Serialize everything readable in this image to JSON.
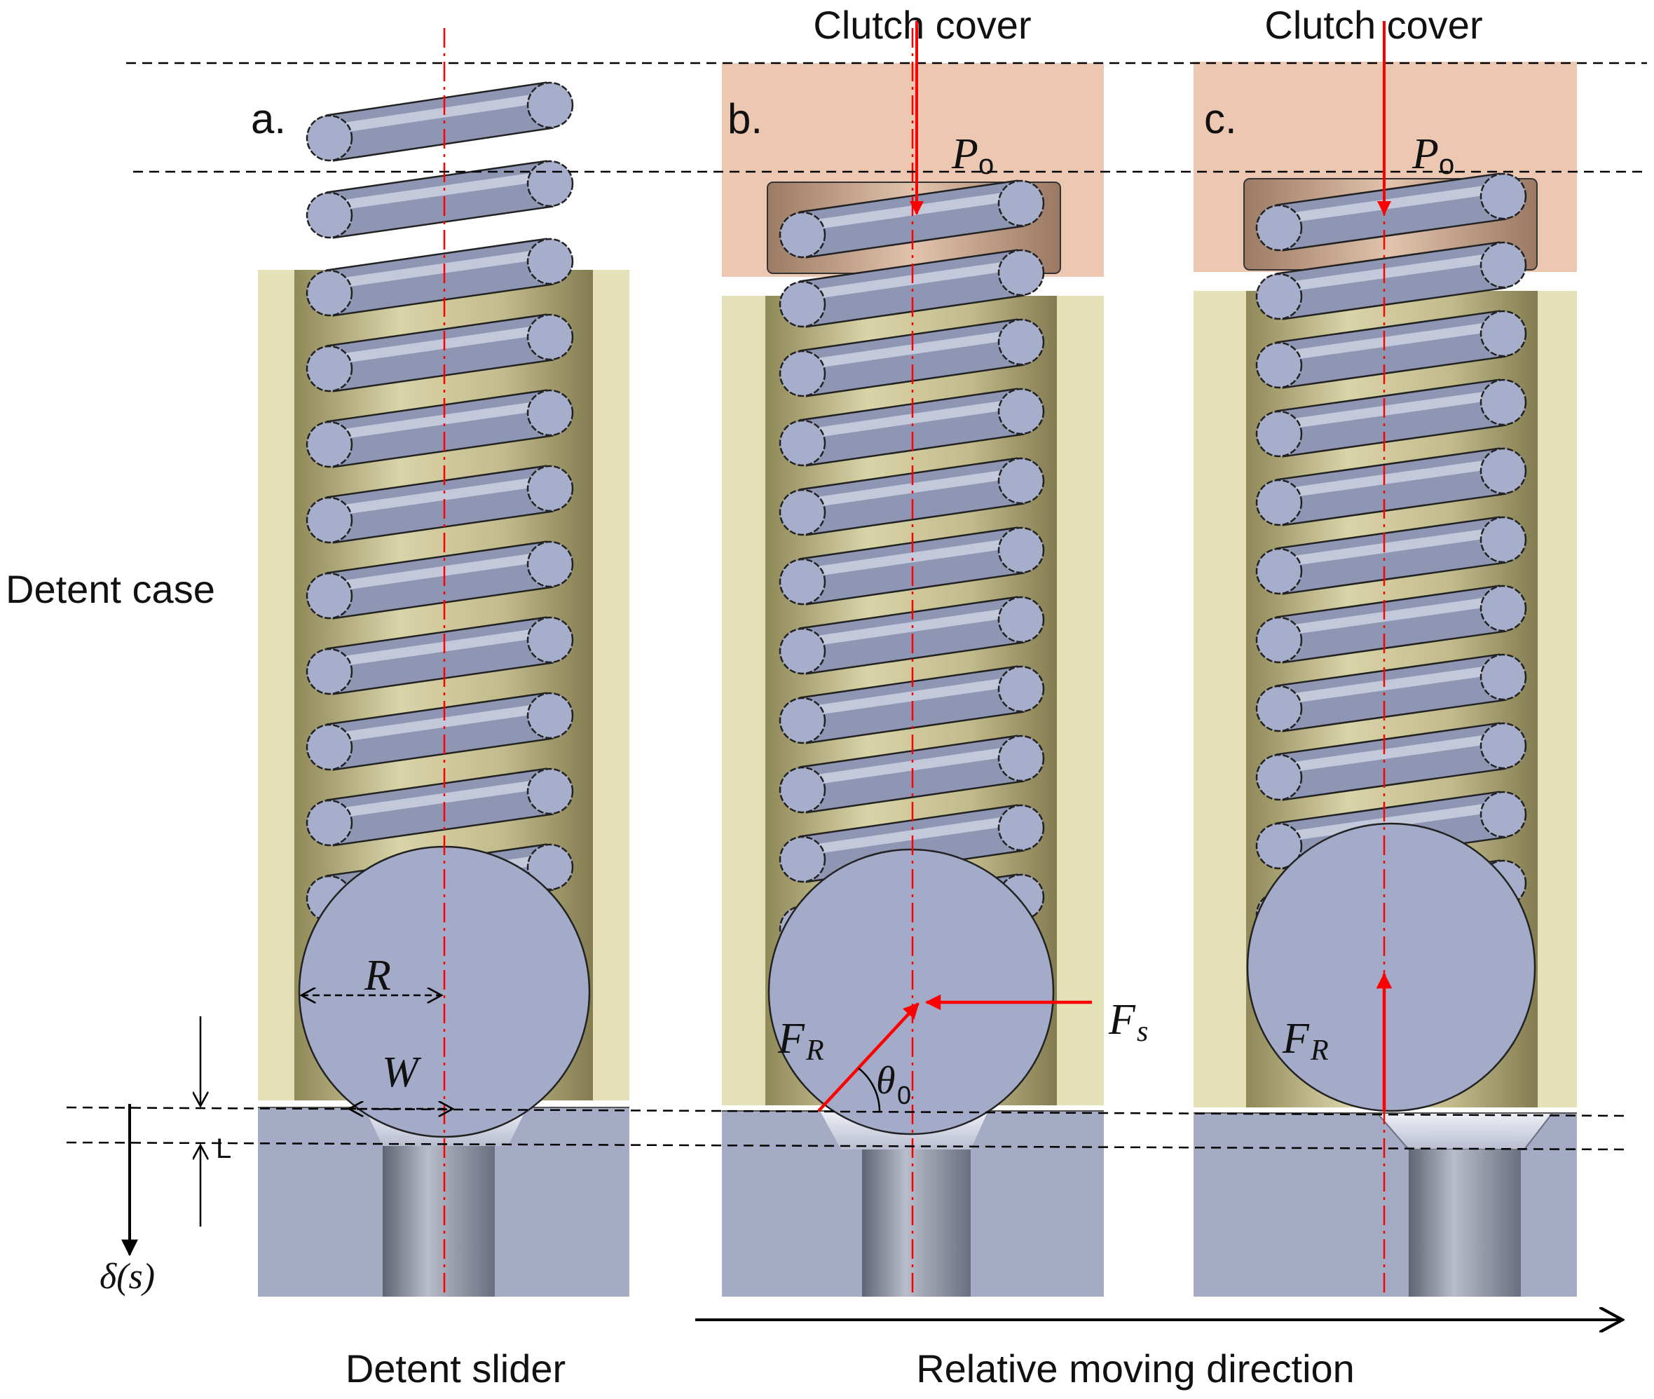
{
  "labels": {
    "clutch_cover_b": "Clutch cover",
    "clutch_cover_c": "Clutch cover",
    "panel_a": "a.",
    "panel_b": "b.",
    "panel_c": "c.",
    "detent_case": "Detent case",
    "detent_slider": "Detent slider",
    "moving_direction": "Relative moving direction"
  },
  "symbols": {
    "P0_main": "P",
    "P0_sub": "o",
    "R": "R",
    "W": "W",
    "L": "L",
    "delta": "δ(s)",
    "FR_main": "F",
    "FR_sub": "R",
    "Fs_main": "F",
    "Fs_sub": "s",
    "theta_main": "θ",
    "theta_sub": "0"
  },
  "colors": {
    "spring": "#8a94b2",
    "case": "#e4e0b8",
    "case_tube": "#b4ad7e",
    "slider": "#a5abc5",
    "cover": "#ecc8b2",
    "ball": "#a3abc8",
    "force": "#ff0000"
  }
}
